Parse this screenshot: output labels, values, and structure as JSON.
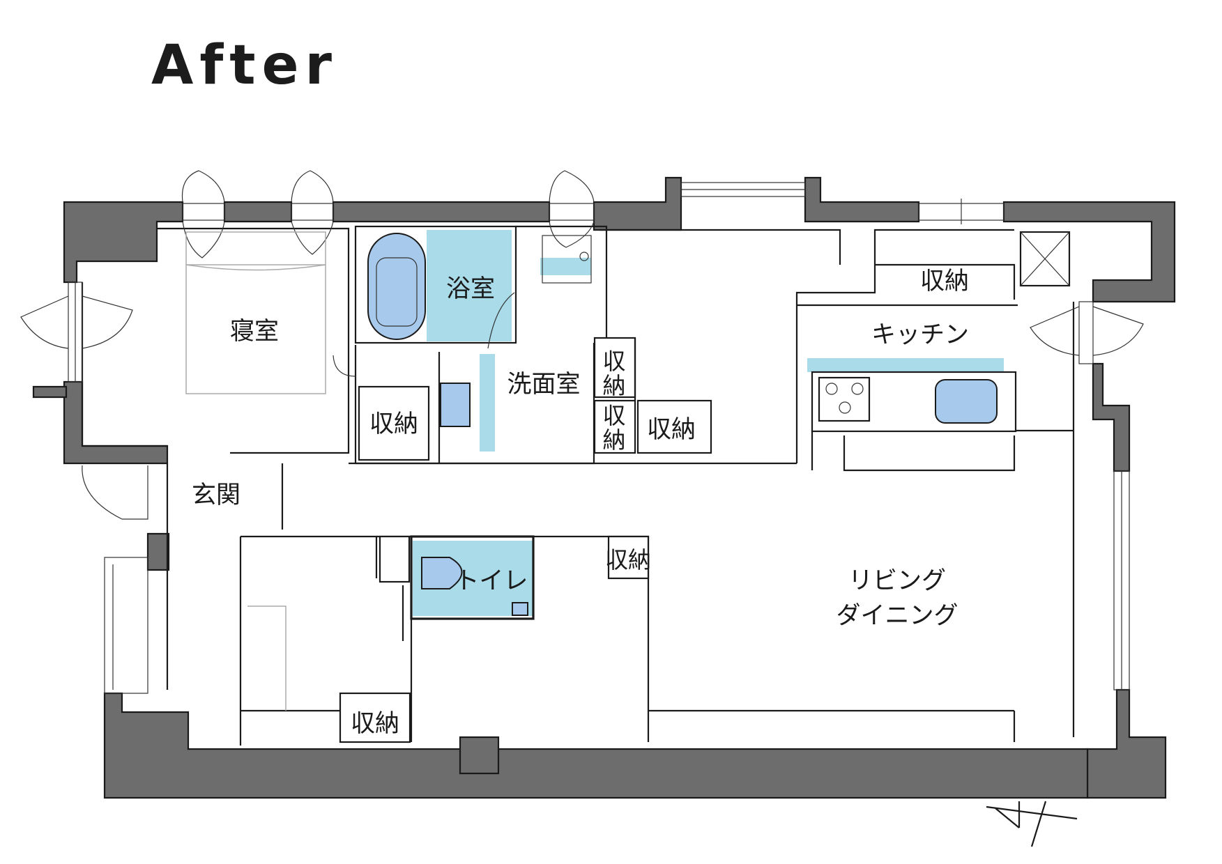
{
  "title": "After",
  "rooms": {
    "bedroom": "寝室",
    "bath": "浴室",
    "washroom": "洗面室",
    "kitchen": "キッチン",
    "entrance": "玄関",
    "toilet": "トイレ",
    "living_line1": "リビング",
    "living_line2": "ダイニング"
  },
  "storage_label": "収納",
  "storage_vertical": [
    "収",
    "納"
  ],
  "colors": {
    "wall": "#6d6d6d",
    "wet_area": "#a9dbe9",
    "fixture": "#a7c9ec"
  },
  "icons": [
    "north-arrow-icon",
    "bathtub-icon",
    "sink-icon",
    "stove-icon",
    "door-swing-icon"
  ]
}
